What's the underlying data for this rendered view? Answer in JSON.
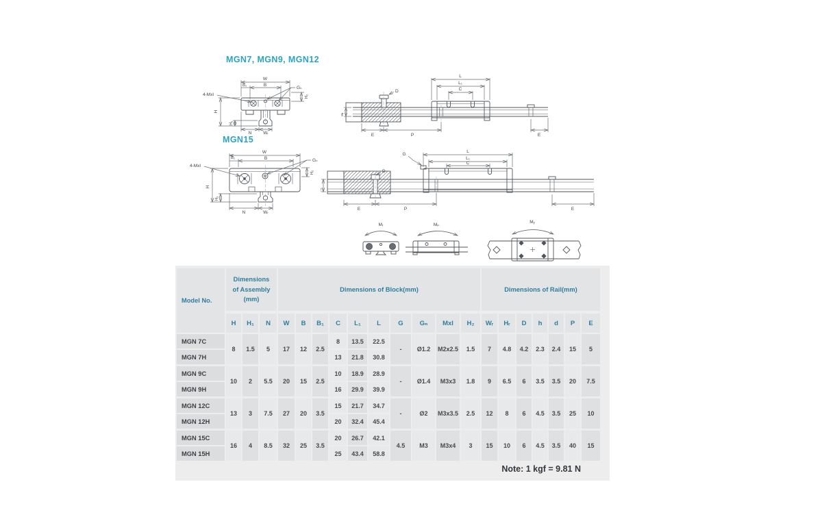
{
  "titles": {
    "small_series": "MGN7, MGN9, MGN12",
    "mgn15": "MGN15"
  },
  "drawings": {
    "cross": {
      "W": "W",
      "B": "B",
      "B1": "B₁",
      "Gn": "Gₙ",
      "Mxl": "4-Mxl",
      "H": "H",
      "H1": "H₁",
      "H2": "H₂",
      "N": "N",
      "WR": "Wᵣ"
    },
    "side": {
      "L": "L",
      "L1": "L₁",
      "C": "C",
      "D": "D",
      "E": "E",
      "P": "P",
      "HR": "Hᵣ",
      "G": "G"
    },
    "moments": {
      "roll": "Mᵣ",
      "pitch": "Mₚ",
      "yaw": "Mᵧ"
    }
  },
  "table": {
    "model_header": "Model No.",
    "assembly_header": [
      "Dimensions",
      "of Assembly",
      "(mm)"
    ],
    "block_header": "Dimensions of Block(mm)",
    "rail_header": "Dimensions of Rail(mm)",
    "columns": [
      {
        "id": "H",
        "label": "H"
      },
      {
        "id": "H1",
        "label": "H₁"
      },
      {
        "id": "N",
        "label": "N"
      },
      {
        "id": "W",
        "label": "W"
      },
      {
        "id": "B",
        "label": "B"
      },
      {
        "id": "B1",
        "label": "B₁"
      },
      {
        "id": "C",
        "label": "C"
      },
      {
        "id": "L1",
        "label": "L₁"
      },
      {
        "id": "L",
        "label": "L"
      },
      {
        "id": "G",
        "label": "G"
      },
      {
        "id": "Gn",
        "label": "Gₙ"
      },
      {
        "id": "Mxl",
        "label": "Mxl"
      },
      {
        "id": "H2",
        "label": "H₂"
      },
      {
        "id": "WR",
        "label": "Wᵣ"
      },
      {
        "id": "HR",
        "label": "Hᵣ"
      },
      {
        "id": "D",
        "label": "D"
      },
      {
        "id": "h",
        "label": "h"
      },
      {
        "id": "d",
        "label": "d"
      },
      {
        "id": "P",
        "label": "P"
      },
      {
        "id": "E",
        "label": "E"
      }
    ],
    "groups": [
      {
        "models": [
          "MGN 7C",
          "MGN 7H"
        ],
        "merged": {
          "H": "8",
          "H1": "1.5",
          "N": "5",
          "W": "17",
          "B": "12",
          "B1": "2.5",
          "G": "-",
          "Gn": "Ø1.2",
          "Mxl": "M2x2.5",
          "H2": "1.5",
          "WR": "7",
          "HR": "4.8",
          "D": "4.2",
          "h": "2.3",
          "d": "2.4",
          "P": "15",
          "E": "5"
        },
        "per_row": {
          "C": [
            "8",
            "13"
          ],
          "L1": [
            "13.5",
            "21.8"
          ],
          "L": [
            "22.5",
            "30.8"
          ]
        }
      },
      {
        "models": [
          "MGN 9C",
          "MGN 9H"
        ],
        "merged": {
          "H": "10",
          "H1": "2",
          "N": "5.5",
          "W": "20",
          "B": "15",
          "B1": "2.5",
          "G": "-",
          "Gn": "Ø1.4",
          "Mxl": "M3x3",
          "H2": "1.8",
          "WR": "9",
          "HR": "6.5",
          "D": "6",
          "h": "3.5",
          "d": "3.5",
          "P": "20",
          "E": "7.5"
        },
        "per_row": {
          "C": [
            "10",
            "16"
          ],
          "L1": [
            "18.9",
            "29.9"
          ],
          "L": [
            "28.9",
            "39.9"
          ]
        }
      },
      {
        "models": [
          "MGN 12C",
          "MGN 12H"
        ],
        "merged": {
          "H": "13",
          "H1": "3",
          "N": "7.5",
          "W": "27",
          "B": "20",
          "B1": "3.5",
          "G": "-",
          "Gn": "Ø2",
          "Mxl": "M3x3.5",
          "H2": "2.5",
          "WR": "12",
          "HR": "8",
          "D": "6",
          "h": "4.5",
          "d": "3.5",
          "P": "25",
          "E": "10"
        },
        "per_row": {
          "C": [
            "15",
            "20"
          ],
          "L1": [
            "21.7",
            "32.4"
          ],
          "L": [
            "34.7",
            "45.4"
          ]
        }
      },
      {
        "models": [
          "MGN 15C",
          "MGN 15H"
        ],
        "merged": {
          "H": "16",
          "H1": "4",
          "N": "8.5",
          "W": "32",
          "B": "25",
          "B1": "3.5",
          "G": "4.5",
          "Gn": "M3",
          "Mxl": "M3x4",
          "H2": "3",
          "WR": "15",
          "HR": "10",
          "D": "6",
          "h": "4.5",
          "d": "3.5",
          "P": "40",
          "E": "15"
        },
        "per_row": {
          "C": [
            "20",
            "25"
          ],
          "L1": [
            "26.7",
            "43.4"
          ],
          "L": [
            "42.1",
            "58.8"
          ]
        }
      }
    ],
    "note": "Note: 1 kgf = 9.81 N"
  }
}
